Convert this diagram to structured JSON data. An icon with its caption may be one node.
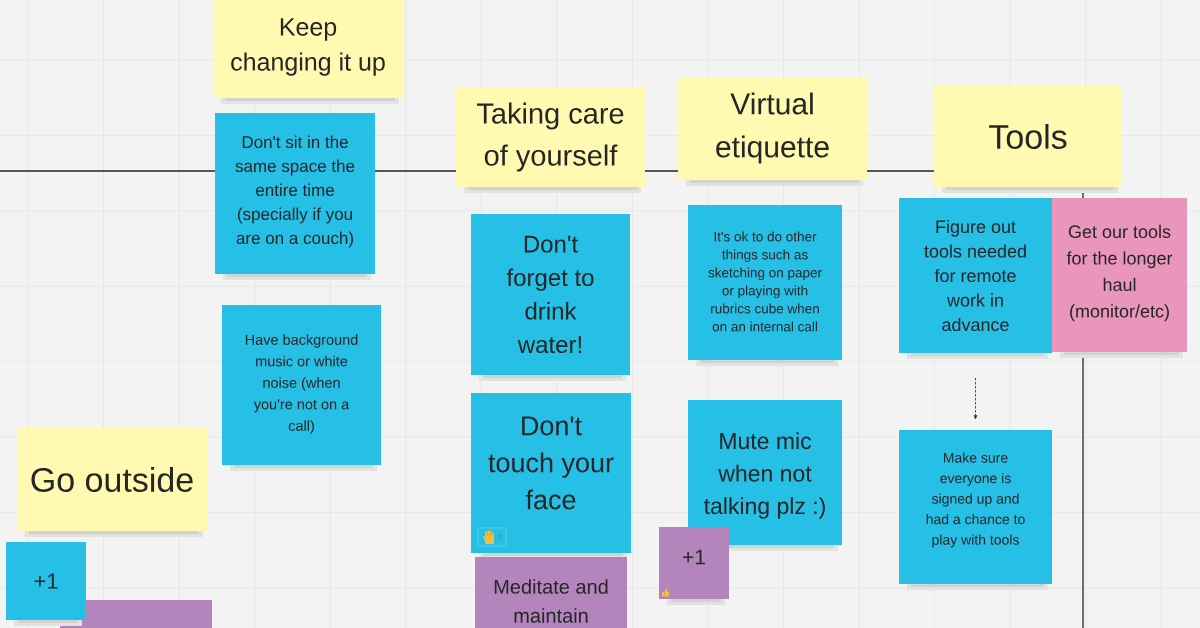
{
  "diagram": {
    "nodes": [
      {
        "text": [
          "Keep changing it up"
        ]
      },
      {
        "text": [
          "Don't sit in the same space the entire time (specially if you are on a couch)"
        ]
      },
      {
        "text": [
          "Taking care of yourself"
        ]
      },
      {
        "text": [
          "Virtual etiquette"
        ]
      },
      {
        "text": [
          "Tools"
        ]
      },
      {
        "text": [
          "Don't forget to drink water!"
        ]
      },
      {
        "text": [
          "It's ok to do other things such as sketching on paper or playing with rubrics cube when on an internal call"
        ]
      },
      {
        "text": [
          "Figure out tools needed for remote work in advance"
        ]
      },
      {
        "text": [
          "Get our tools for the longer haul (monitor/etc)"
        ]
      },
      {
        "text": [
          "Have background music or white noise (when you're not on a call)"
        ]
      },
      {
        "text": [
          "Go outside"
        ]
      },
      {
        "text": [
          "Don't touch your face",
          "1"
        ]
      },
      {
        "text": [
          "Mute mic when not talking plz :)"
        ]
      },
      {
        "text": [
          "Make sure everyone is signed up and had a chance to play with tools"
        ]
      },
      {
        "text": [
          "+1"
        ]
      },
      {
        "text": [
          "+1"
        ]
      },
      {
        "text": [
          "Meditate and maintain"
        ]
      },
      {
        "text": [],
        "shape": "box"
      }
    ],
    "edges": [
      {
        "from": 7,
        "to": 13,
        "arrow": "to",
        "style": "dashed"
      }
    ]
  }
}
